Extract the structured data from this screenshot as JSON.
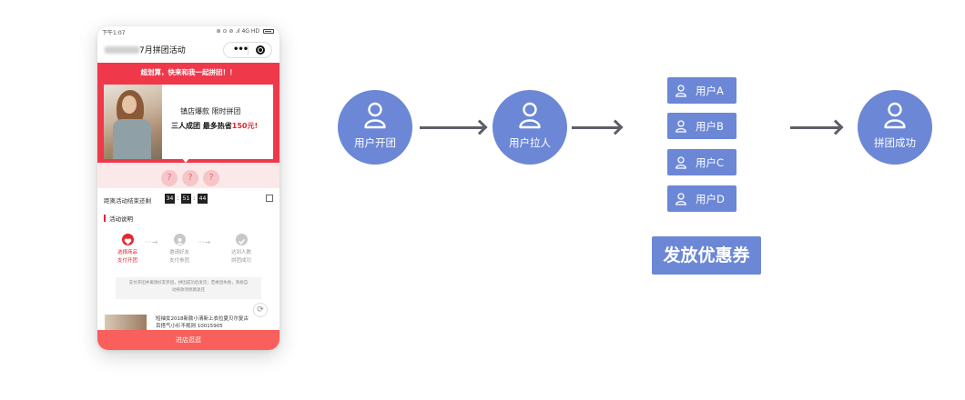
{
  "phone": {
    "status_time": "下午1:07",
    "status_right": "⊛ ⊙ ⊘ .ıl 4G HD",
    "nav_title": "7月拼团活动",
    "nav_more": "•••",
    "banner_title": "超划算，快来和我一起拼团！！",
    "card_line1": "镇店爆款  限时拼团",
    "card_line2_prefix": "三人成团  最多热省",
    "card_price": "150元!",
    "question_marks": [
      "?",
      "?",
      "?"
    ],
    "countdown_label": "距离活动结束还剩",
    "countdown": [
      "34",
      "51",
      "44"
    ],
    "desc_title": "活动说明",
    "steps": [
      {
        "line1": "选择商品",
        "line2": "支付开团",
        "color": "#e8242f",
        "text_color": "#e8242f"
      },
      {
        "line1": "邀请好友",
        "line2": "支付参团",
        "color": "#c8c8c8",
        "text_color": "#999999"
      },
      {
        "line1": "达到人数",
        "line2": "拼团成功",
        "color": "#c8c8c8",
        "text_color": "#999999"
      }
    ],
    "note_line1": "支付开团并邀请好友参团，拼团成功后发货；若拼团失败，系统自",
    "note_line2": "动将款项原路退还",
    "product_line1": "短袖女2018新款小清新上衣拉夏贝尔复古",
    "product_line2": "百搭气小衫不规则 10015905",
    "bottom_button": "进店逛逛"
  },
  "flow": {
    "start_node": "用户开团",
    "pull_node": "用户拉人",
    "success_node": "拼团成功",
    "users": [
      "用户A",
      "用户B",
      "用户C",
      "用户D"
    ],
    "coupon_button": "发放优惠券"
  },
  "colors": {
    "node_blue": "#6b87d6",
    "arrow_gray": "#5c5f66",
    "banner_red": "#f0384b",
    "button_red": "#f95f5b"
  },
  "icons": {
    "node_icon": "user-icon",
    "chip_icon": "user-icon",
    "step1_icon": "heart-icon",
    "step2_icon": "users-icon",
    "step3_icon": "check-icon"
  }
}
